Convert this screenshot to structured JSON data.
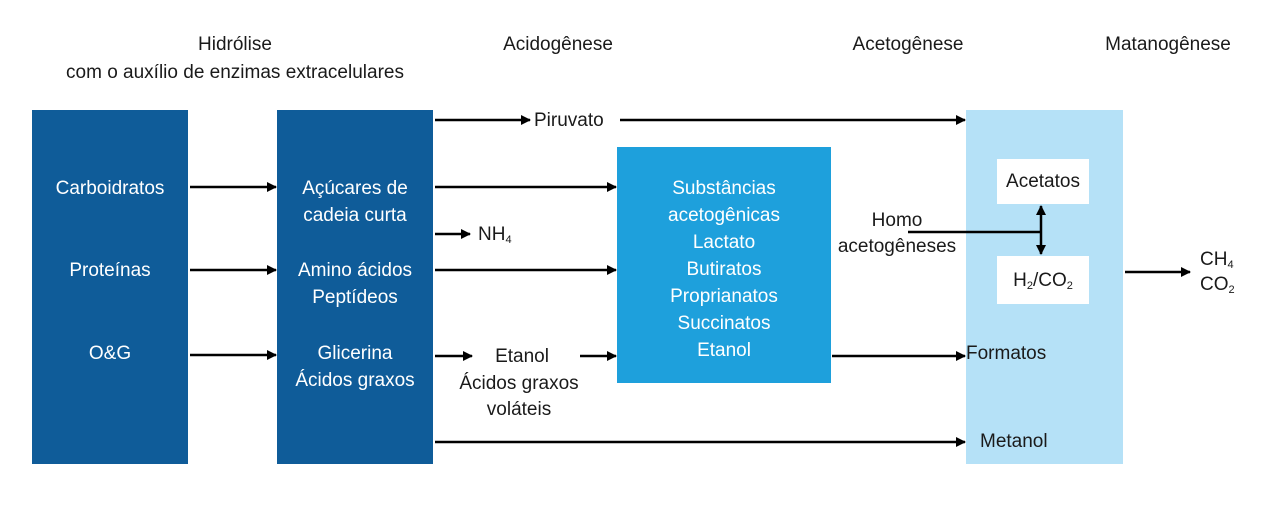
{
  "headers": {
    "hidrolise_line1": "Hidrólise",
    "hidrolise_line2": "com o auxílio de enzimas extracelulares",
    "acidogenese": "Acidogênese",
    "acetogenese": "Acetogênese",
    "metanogenese": "Matanogênese"
  },
  "col1": {
    "carboidratos": "Carboidratos",
    "proteinas": "Proteínas",
    "og": "O&G"
  },
  "col2": {
    "acucares_1": "Açúcares de",
    "acucares_2": "cadeia curta",
    "amino_1": "Amino ácidos",
    "amino_2": "Peptídeos",
    "glicerina_1": "Glicerina",
    "glicerina_2": "Ácidos graxos"
  },
  "labels": {
    "piruvato": "Piruvato",
    "nh_base": "NH",
    "nh_sub": "4",
    "etanol": "Etanol",
    "acidos_graxos_1": "Ácidos graxos",
    "acidos_graxos_2": "voláteis"
  },
  "col3": {
    "lines": [
      "Substâncias",
      "acetogênicas",
      "Lactato",
      "Butiratos",
      "Proprianatos",
      "Succinatos",
      "Etanol"
    ]
  },
  "col4": {
    "homo_1": "Homo",
    "homo_2": "acetogêneses",
    "acetatos": "Acetatos",
    "h2_a": "H",
    "h2_sub": "2",
    "h2_b": "/CO",
    "co2_sub": "2",
    "formatos": "Formatos",
    "metanol": "Metanol"
  },
  "products": {
    "ch": "CH",
    "ch_sub": "4",
    "co": "CO",
    "co_sub": "2"
  },
  "colors": {
    "dark_blue": "#0f5c99",
    "mid_blue": "#1ea0dc",
    "light_blue": "#b5e1f7"
  }
}
